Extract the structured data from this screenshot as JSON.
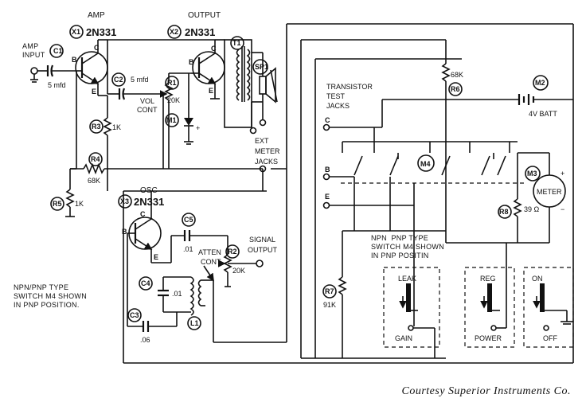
{
  "components": {
    "x1": {
      "ref": "X1",
      "type": "2N331",
      "role": "AMP"
    },
    "x2": {
      "ref": "X2",
      "type": "2N331",
      "role": "OUTPUT"
    },
    "x3": {
      "ref": "X3",
      "type": "2N331",
      "role": "OSC"
    },
    "c1": {
      "ref": "C1",
      "value": "5 mfd"
    },
    "c2": {
      "ref": "C2",
      "value": "5 mfd"
    },
    "c3": {
      "ref": "C3",
      "value": ".06"
    },
    "c4": {
      "ref": "C4",
      "value": ".01"
    },
    "c5": {
      "ref": "C5",
      "value": ".01"
    },
    "r1": {
      "ref": "R1",
      "value": "20K",
      "label": "VOL\nCONT"
    },
    "r2": {
      "ref": "R2",
      "value": "20K",
      "label": "ATTEN\nCONT"
    },
    "r3": {
      "ref": "R3",
      "value": "1K"
    },
    "r4": {
      "ref": "R4",
      "value": "68K"
    },
    "r5": {
      "ref": "R5",
      "value": "1K"
    },
    "r6": {
      "ref": "R6",
      "value": "68K"
    },
    "r7": {
      "ref": "R7",
      "value": "91K"
    },
    "r8": {
      "ref": "R8",
      "value": "39 Ω"
    },
    "t1": {
      "ref": "T1"
    },
    "sp1": {
      "ref": "SP1"
    },
    "l1": {
      "ref": "L1"
    },
    "m1": {
      "ref": "M1"
    },
    "m2": {
      "ref": "M2",
      "value": "4V BATT"
    },
    "m3": {
      "ref": "M3",
      "label": "METER"
    },
    "m4": {
      "ref": "M4"
    }
  },
  "labels": {
    "amp_input": "AMP\nINPUT",
    "ext_meter_jacks": "EXT\nMETER\nJACKS",
    "signal_output": "SIGNAL\nOUTPUT",
    "transistor_test_jacks": "TRANSISTOR\nTEST\nJACKS",
    "jack_c": "C",
    "jack_b": "B",
    "jack_e": "E",
    "pin_b": "B",
    "pin_c": "C",
    "pin_e": "E",
    "plus": "+",
    "minus": "−"
  },
  "switches": {
    "leak_gain": {
      "top": "LEAK",
      "bottom": "GAIN"
    },
    "reg_power": {
      "top": "REG",
      "bottom": "POWER"
    },
    "on_off": {
      "top": "ON",
      "bottom": "OFF"
    }
  },
  "notes": {
    "switch_note_inner": "NPN  PNP TYPE\nSWITCH M4 SHOWN\nIN PNP POSITIN",
    "switch_note_left": "NPN/PNP TYPE\nSWITCH M4 SHOWN\nIN PNP POSITION."
  },
  "credit": "Courtesy Superior Instruments Co."
}
